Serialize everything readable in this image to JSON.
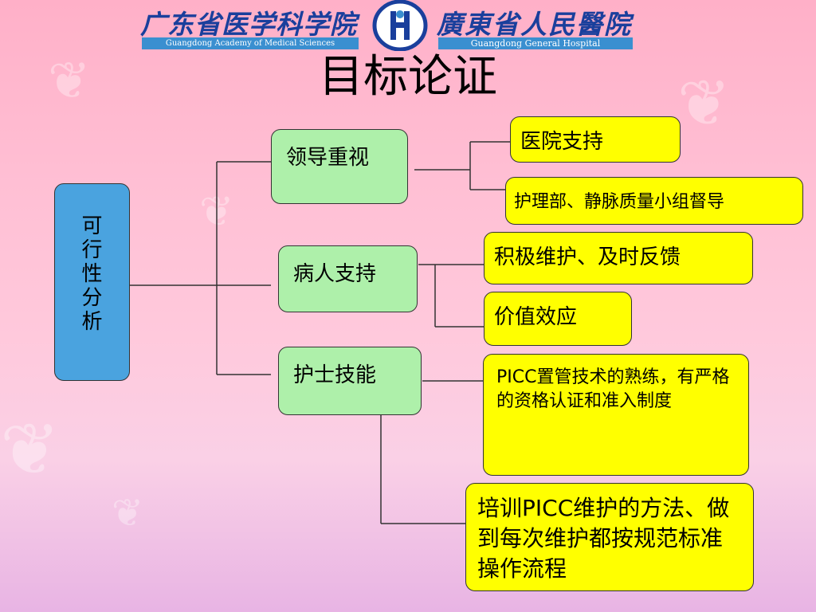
{
  "header": {
    "org_left_cn": "广东省医学科学院",
    "org_left_en": "Guangdong Academy of Medical Sciences",
    "org_right_cn": "廣東省人民醫院",
    "org_right_en": "Guangdong General Hospital",
    "emblem_icon": "hospital-emblem-icon"
  },
  "title": "目标论证",
  "diagram": {
    "root": {
      "label": "可行性分析"
    },
    "branches": [
      {
        "label": "领导重视",
        "children": [
          "医院支持",
          "护理部、静脉质量小组督导"
        ]
      },
      {
        "label": "病人支持",
        "children": [
          "积极维护、及时反馈",
          "价值效应"
        ]
      },
      {
        "label": "护士技能",
        "children": [
          "PICC置管技术的熟练，有严格的资格认证和准入制度",
          "培训PICC维护的方法、做到每次维护都按规范标准操作流程"
        ]
      }
    ]
  },
  "colors": {
    "root_fill": "#4aa3df",
    "branch_fill": "#aef0aa",
    "leaf_fill": "#ffff00",
    "logo_blue": "#1a3f9c"
  }
}
